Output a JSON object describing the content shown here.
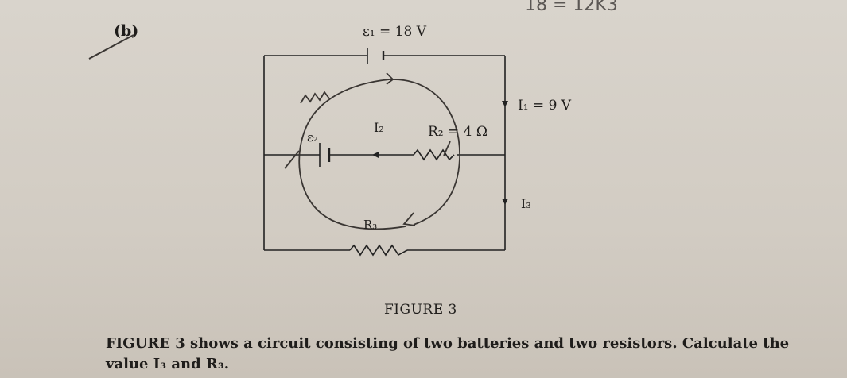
{
  "header": {
    "part_label": "(b)",
    "margin_note": "18 = 12K3"
  },
  "figure": {
    "emf1_label": "ε₁ = 18 V",
    "emf2_label": "ε₂",
    "I1_label": "I₁ = 9 V",
    "I2_label": "I₂",
    "I3_label": "I₃",
    "R2_label": "R₂ = 4 Ω",
    "R3_label": "R₃",
    "caption": "FIGURE 3"
  },
  "question": {
    "line1": "FIGURE 3 shows a circuit consisting of two batteries and two resistors. Calculate the",
    "line2": "value I₃ and R₃."
  }
}
